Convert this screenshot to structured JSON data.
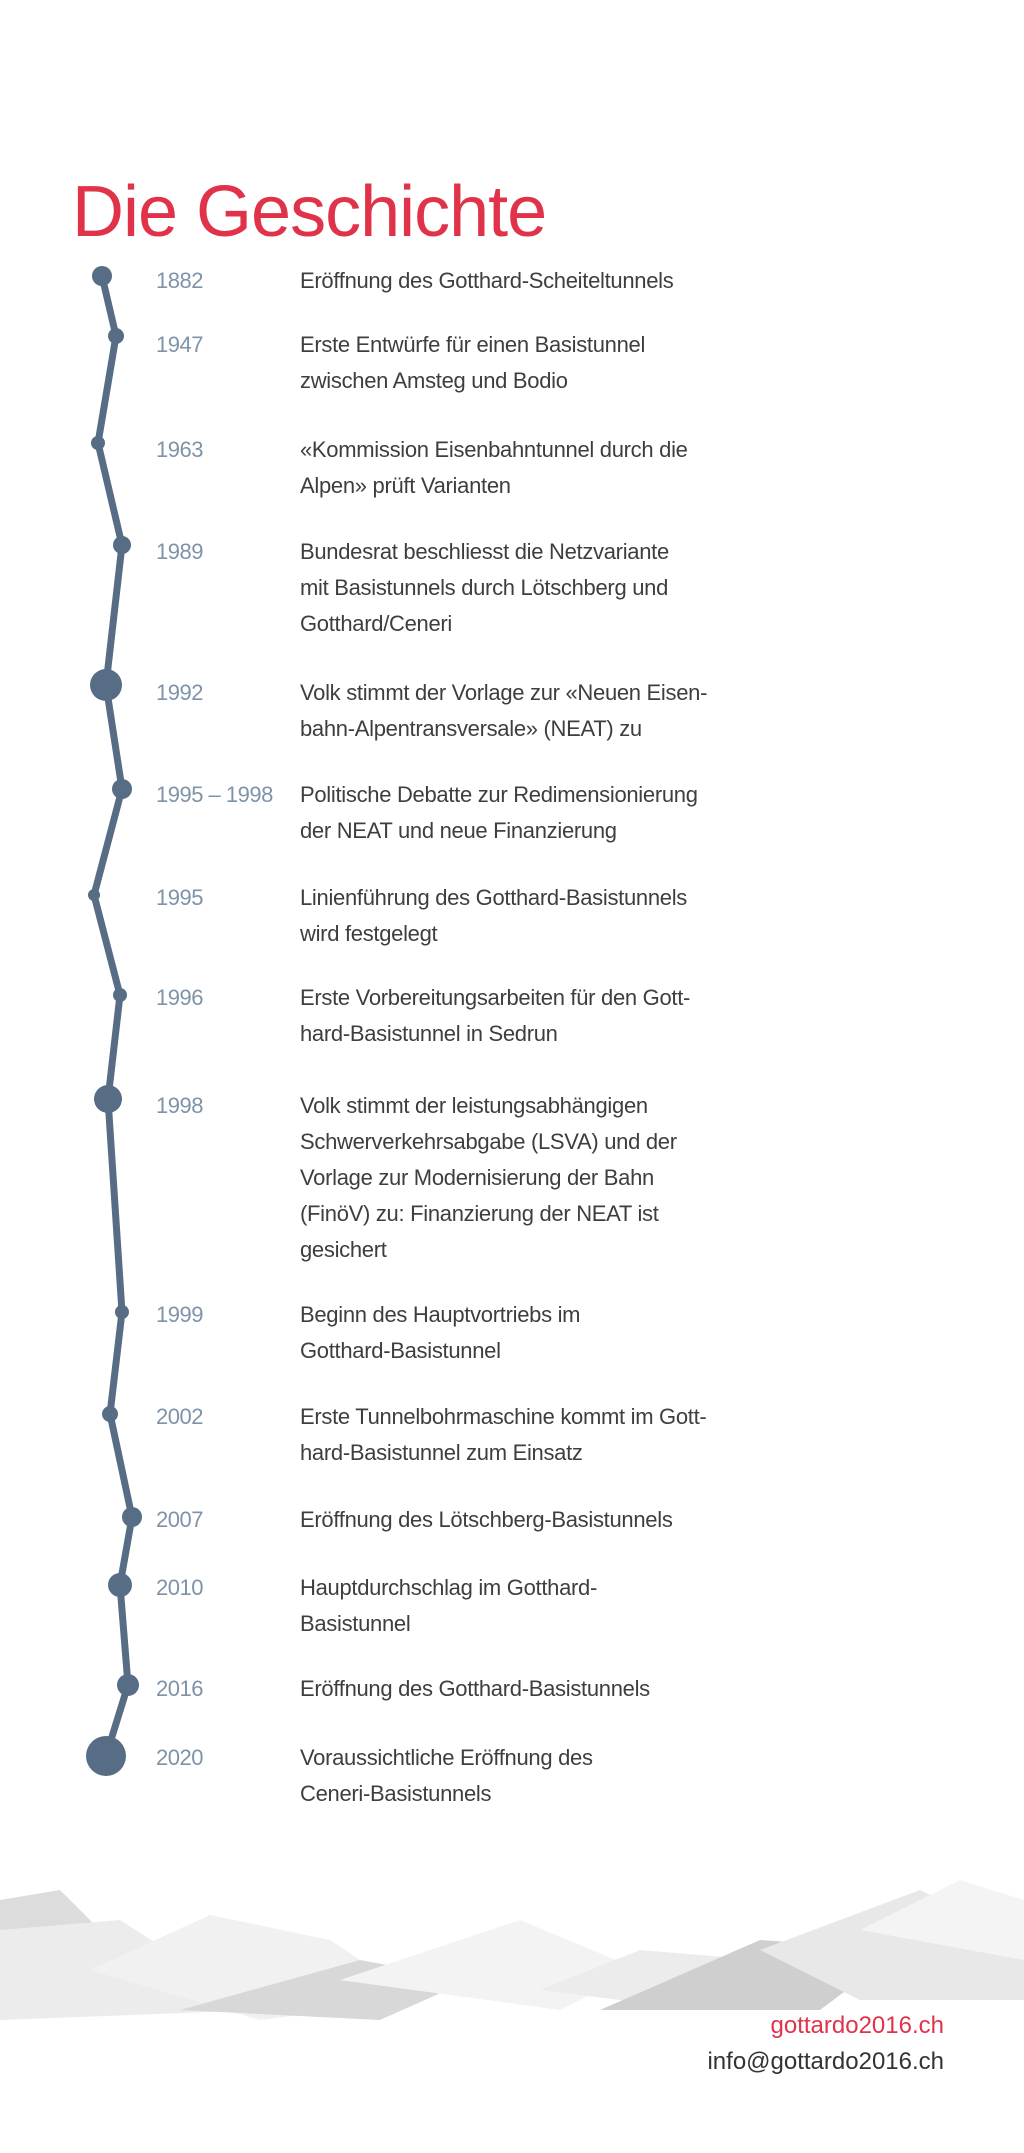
{
  "page": {
    "title": "Die Geschichte"
  },
  "timeline": [
    {
      "year": "1882",
      "lines": [
        "Eröffnung des Gotthard-Scheiteltunnels"
      ]
    },
    {
      "year": "1947",
      "lines": [
        "Erste Entwürfe für einen Basistunnel",
        "zwischen Amsteg und Bodio"
      ]
    },
    {
      "year": "1963",
      "lines": [
        "«Kommission Eisenbahntunnel durch die",
        "Alpen» prüft Varianten"
      ]
    },
    {
      "year": "1989",
      "lines": [
        "Bundesrat beschliesst die Netzvariante",
        "mit Basistunnels durch Lötschberg und",
        "Gotthard/Ceneri"
      ]
    },
    {
      "year": "1992",
      "lines": [
        "Volk stimmt der Vorlage zur «Neuen Eisen-",
        "bahn-Alpentransversale» (NEAT) zu"
      ]
    },
    {
      "year": "1995 – 1998",
      "lines": [
        "Politische Debatte zur Redimensionierung",
        "der NEAT und neue Finanzierung"
      ]
    },
    {
      "year": "1995",
      "lines": [
        "Linienführung des Gotthard-Basistunnels",
        "wird festgelegt"
      ]
    },
    {
      "year": "1996",
      "lines": [
        "Erste Vorbereitungsarbeiten für den Gott-",
        "hard-Basistunnel in Sedrun"
      ]
    },
    {
      "year": "1998",
      "lines": [
        "Volk stimmt der leistungsabhängigen",
        "Schwerverkehrsabgabe (LSVA) und der",
        "Vorlage zur Modernisierung der Bahn",
        "(FinöV) zu: Finanzierung der NEAT ist",
        "gesichert"
      ]
    },
    {
      "year": "1999",
      "lines": [
        "Beginn des Hauptvortriebs im",
        "Gotthard-Basistunnel"
      ]
    },
    {
      "year": "2002",
      "lines": [
        "Erste Tunnelbohrmaschine kommt im Gott-",
        "hard-Basistunnel zum Einsatz"
      ]
    },
    {
      "year": "2007",
      "lines": [
        "Eröffnung des Lötschberg-Basistunnels"
      ]
    },
    {
      "year": "2010",
      "lines": [
        "Hauptdurchschlag im Gotthard-",
        "Basistunnel"
      ]
    },
    {
      "year": "2016",
      "lines": [
        "Eröffnung des Gotthard-Basistunnels"
      ]
    },
    {
      "year": "2020",
      "lines": [
        "Voraussichtliche Eröffnung des",
        "Ceneri-Basistunnels"
      ]
    }
  ],
  "footer": {
    "website": "gottardo2016.ch",
    "email": "info@gottardo2016.ch"
  },
  "colors": {
    "title": "#e0334a",
    "timeline": "#566d85",
    "year": "#7f93a8",
    "text": "#3e3e3e",
    "website": "#e0334a",
    "email": "#333333"
  }
}
